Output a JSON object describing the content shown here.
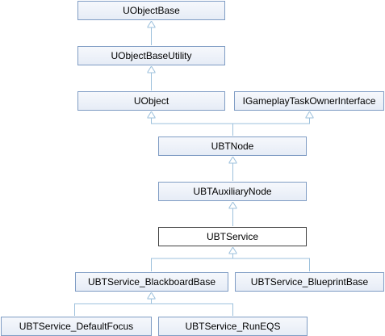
{
  "diagram": {
    "nodes": {
      "uobjectbase": "UObjectBase",
      "uobjectbaseutility": "UObjectBaseUtility",
      "uobject": "UObject",
      "igameplaytaskowner": "IGameplayTaskOwnerInterface",
      "ubtnode": "UBTNode",
      "ubtauxiliarynode": "UBTAuxiliaryNode",
      "ubtservice": "UBTService",
      "blackboardbase": "UBTService_BlackboardBase",
      "blueprintbase": "UBTService_BlueprintBase",
      "defaultfocus": "UBTService_DefaultFocus",
      "runeqs": "UBTService_RunEQS"
    },
    "colors": {
      "edge": "#9cc0dc",
      "node_border": "#7f9cc4",
      "current_border": "#404040"
    }
  }
}
